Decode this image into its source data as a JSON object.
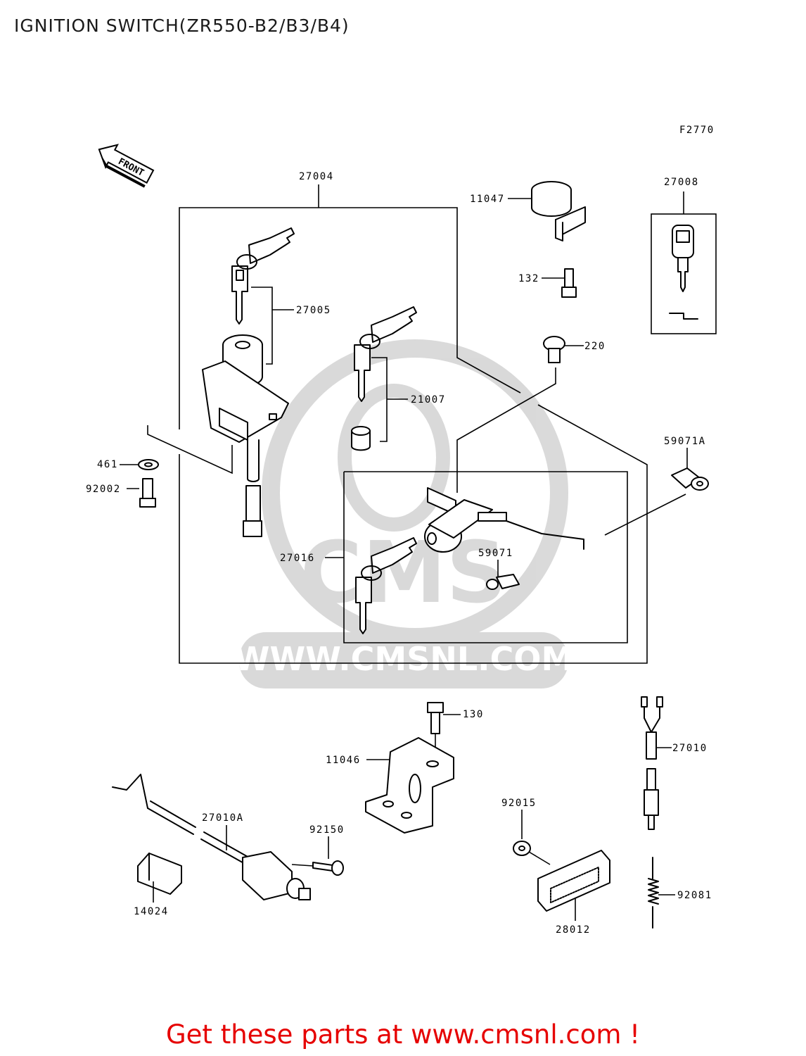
{
  "title": "IGNITION SWITCH(ZR550-B2/B3/B4)",
  "figure_code": "F2770",
  "front_label": "FRONT",
  "watermark": {
    "brand": "CMS",
    "url": "WWW.CMSNL.COM"
  },
  "parts": [
    {
      "id": "27004",
      "text": "27004"
    },
    {
      "id": "11047",
      "text": "11047"
    },
    {
      "id": "27008",
      "text": "27008"
    },
    {
      "id": "132",
      "text": "132"
    },
    {
      "id": "27005",
      "text": "27005"
    },
    {
      "id": "220",
      "text": "220"
    },
    {
      "id": "21007",
      "text": "21007"
    },
    {
      "id": "59071A",
      "text": "59071A"
    },
    {
      "id": "461",
      "text": "461"
    },
    {
      "id": "92002",
      "text": "92002"
    },
    {
      "id": "27016",
      "text": "27016"
    },
    {
      "id": "59071",
      "text": "59071"
    },
    {
      "id": "130",
      "text": "130"
    },
    {
      "id": "11046",
      "text": "11046"
    },
    {
      "id": "27010",
      "text": "27010"
    },
    {
      "id": "92015",
      "text": "92015"
    },
    {
      "id": "27010A",
      "text": "27010A"
    },
    {
      "id": "92150",
      "text": "92150"
    },
    {
      "id": "92081",
      "text": "92081"
    },
    {
      "id": "14024",
      "text": "14024"
    },
    {
      "id": "28012",
      "text": "28012"
    }
  ],
  "footer": "Get these parts at www.cmsnl.com !",
  "colors": {
    "footer_text": "#e60000",
    "line_art": "#000000",
    "watermark": "#d0d0d0"
  }
}
